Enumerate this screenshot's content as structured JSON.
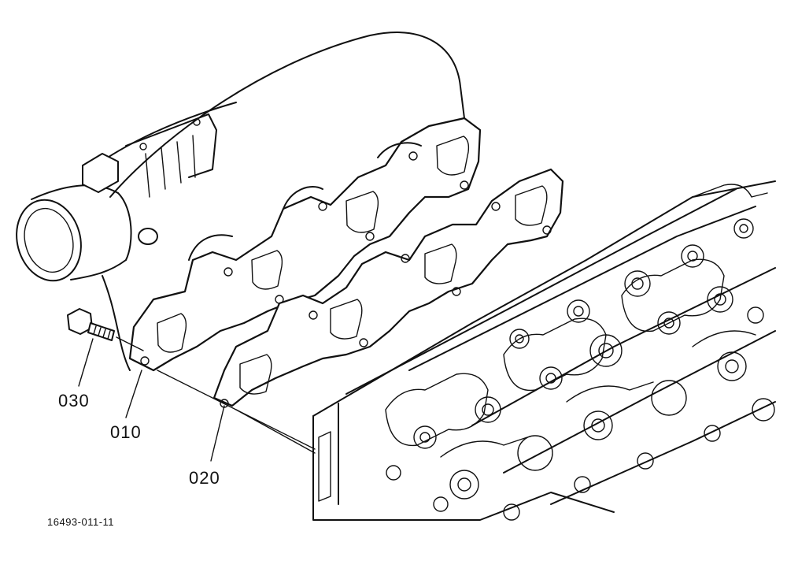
{
  "labels": {
    "bolt": "030",
    "manifold": "010",
    "gasket": "020"
  },
  "figure_number": "16493-011-11"
}
